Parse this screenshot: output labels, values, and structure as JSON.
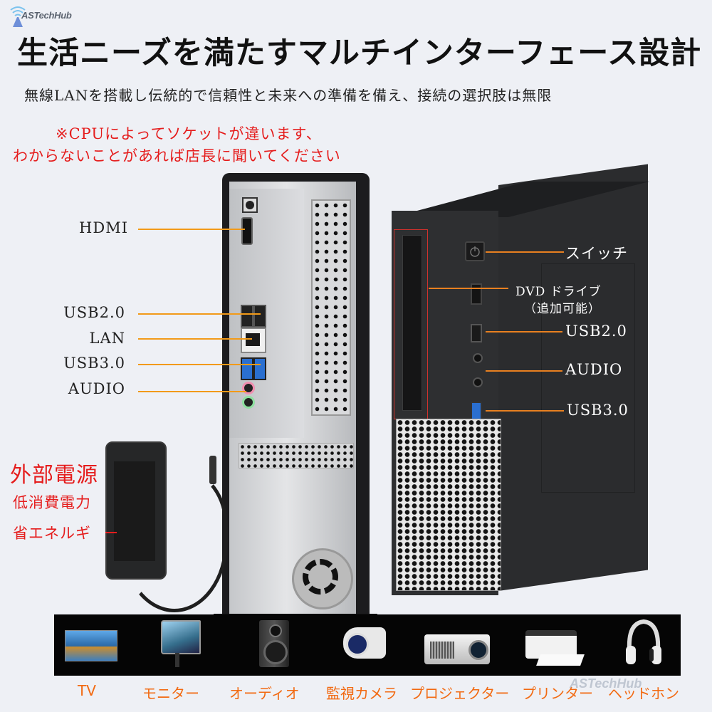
{
  "brand": {
    "logo_text": "ASTechHub",
    "watermark": "ASTechHub"
  },
  "header": {
    "title": "生活ニーズを満たすマルチインターフェース設計",
    "subtitle": "無線LANを搭載し伝統的で信頼性と未来への準備を備え、接続の選択肢は無限"
  },
  "notice": {
    "line1": "※CPUによってソケットが違います、",
    "line2": "わからないことがあれば店長に聞いてください",
    "color": "#e51d1d"
  },
  "rear_ports": [
    {
      "label": "HDMI"
    },
    {
      "label": "USB2.0"
    },
    {
      "label": "LAN"
    },
    {
      "label": "USB3.0"
    },
    {
      "label": "AUDIO"
    }
  ],
  "front_ports": [
    {
      "label": "スイッチ"
    },
    {
      "label": "DVD ドライブ",
      "sub": "（追加可能）"
    },
    {
      "label": "USB2.0"
    },
    {
      "label": "AUDIO"
    },
    {
      "label": "USB3.0"
    }
  ],
  "power_adapter": {
    "title": "外部電源",
    "line1": "低消費電力",
    "line2": "省エネルギ"
  },
  "devices": [
    {
      "label": "TV",
      "icon": "tv-icon"
    },
    {
      "label": "モニター",
      "icon": "monitor-icon"
    },
    {
      "label": "オーディオ",
      "icon": "speaker-icon"
    },
    {
      "label": "監視カメラ",
      "icon": "security-camera-icon"
    },
    {
      "label": "プロジェクター",
      "icon": "projector-icon"
    },
    {
      "label": "プリンター",
      "icon": "printer-icon"
    },
    {
      "label": "ヘッドホン",
      "icon": "headphones-icon"
    }
  ],
  "colors": {
    "leader_line": "#f29a18",
    "device_label": "#f26a12",
    "background": "#eef0f5"
  }
}
